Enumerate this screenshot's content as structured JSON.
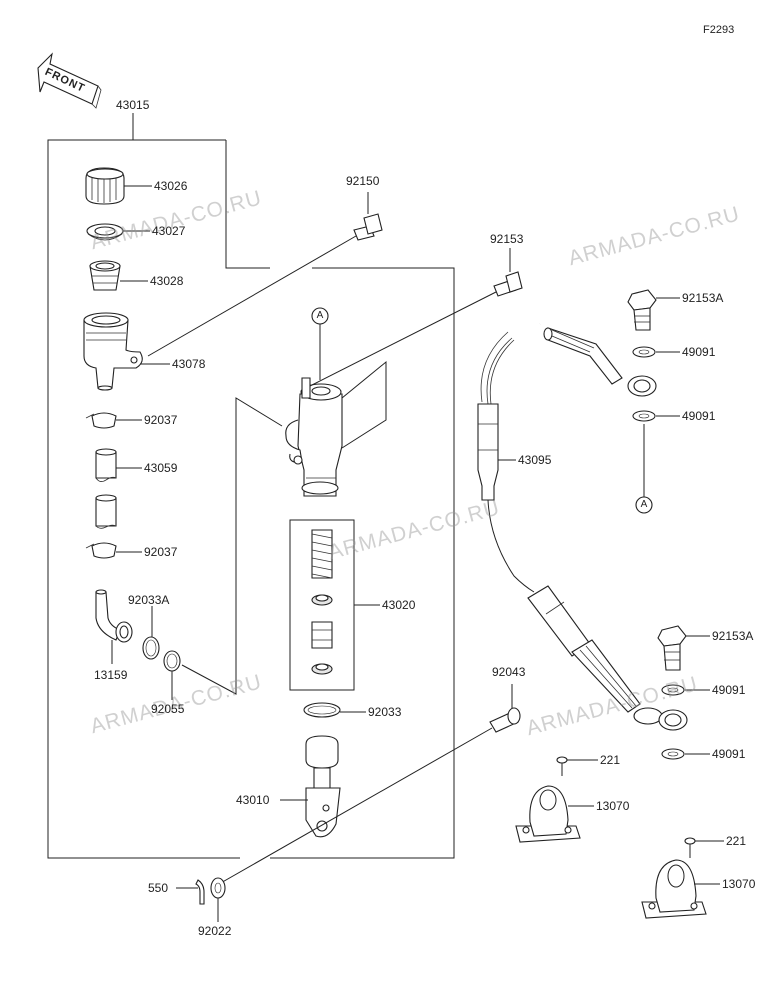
{
  "figure_code": "F2293",
  "front_label": "FRONT",
  "watermark": "ARMADA-CO.RU",
  "callout_letter": "A",
  "labels": {
    "p43015": "43015",
    "p43026": "43026",
    "p43027": "43027",
    "p43028": "43028",
    "p43078": "43078",
    "p92037a": "92037",
    "p43059": "43059",
    "p92037b": "92037",
    "p92033A": "92033A",
    "p13159": "13159",
    "p92055": "92055",
    "p92150": "92150",
    "p92153": "92153",
    "p92153A_top": "92153A",
    "p49091_a": "49091",
    "p49091_b": "49091",
    "p43095": "43095",
    "p43020": "43020",
    "p92033": "92033",
    "p92043": "92043",
    "p221_a": "221",
    "p13070_a": "13070",
    "p92153A_bot": "92153A",
    "p49091_c": "49091",
    "p49091_d": "49091",
    "p43010": "43010",
    "p550": "550",
    "p92022": "92022",
    "p221_b": "221",
    "p13070_b": "13070"
  }
}
